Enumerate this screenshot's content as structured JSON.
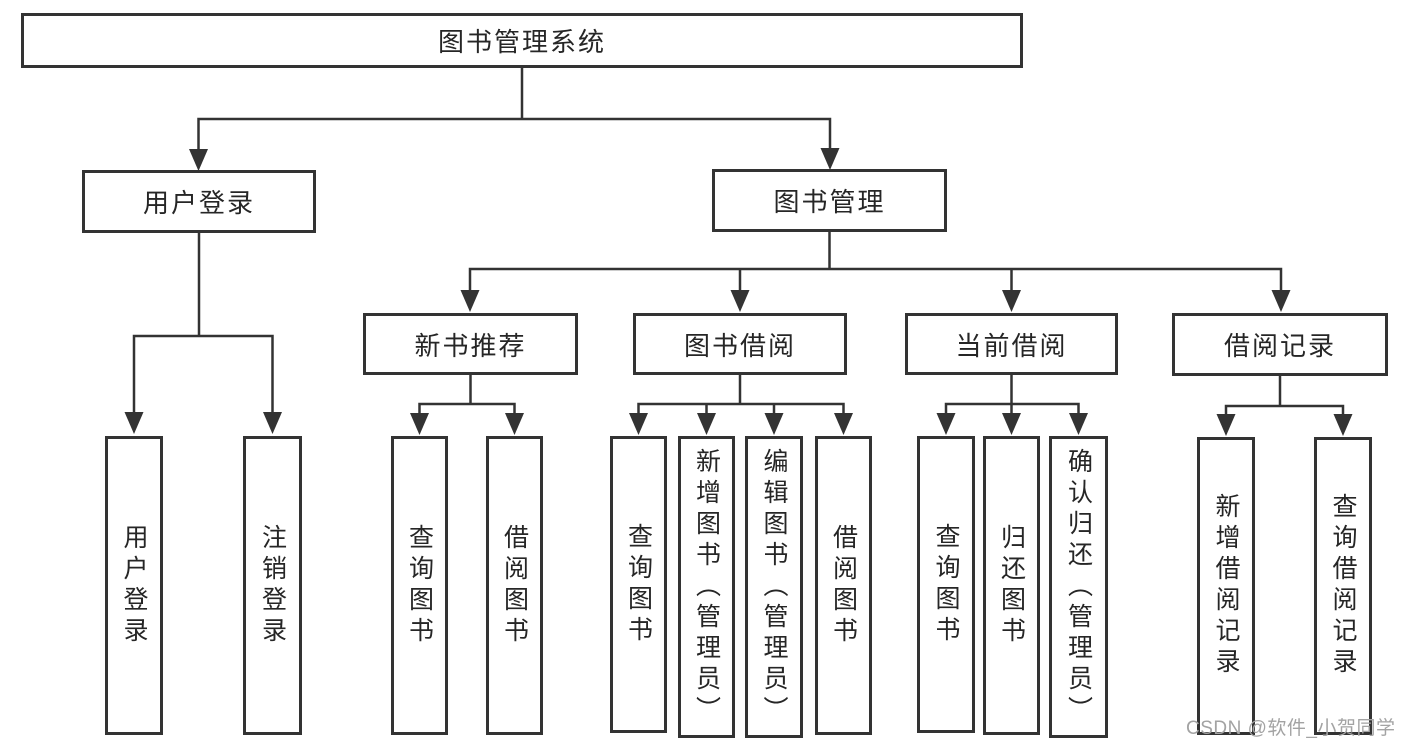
{
  "colors": {
    "line": "#333333",
    "text": "#262626",
    "background": "#ffffff",
    "watermark": "#a3a3a3"
  },
  "watermark": {
    "text": "CSDN @软件_小贺同学"
  },
  "tree": {
    "label": "图书管理系统",
    "children": [
      {
        "label": "用户登录",
        "children": [
          {
            "label": "用户登录"
          },
          {
            "label": "注销登录"
          }
        ]
      },
      {
        "label": "图书管理",
        "children": [
          {
            "label": "新书推荐",
            "children": [
              {
                "label": "查询图书"
              },
              {
                "label": "借阅图书"
              }
            ]
          },
          {
            "label": "图书借阅",
            "children": [
              {
                "label": "查询图书"
              },
              {
                "label": "新增图书（管理员）"
              },
              {
                "label": "编辑图书（管理员）"
              },
              {
                "label": "借阅图书"
              }
            ]
          },
          {
            "label": "当前借阅",
            "children": [
              {
                "label": "查询图书"
              },
              {
                "label": "归还图书"
              },
              {
                "label": "确认归还（管理员）"
              }
            ]
          },
          {
            "label": "借阅记录",
            "children": [
              {
                "label": "新增借阅记录"
              },
              {
                "label": "查询借阅记录"
              }
            ]
          }
        ]
      }
    ]
  }
}
